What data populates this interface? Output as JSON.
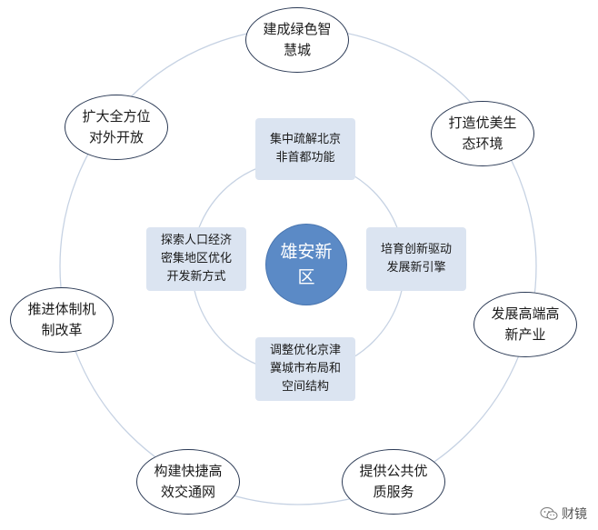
{
  "center": {
    "label": "雄安新区",
    "color": "#5b8ac6"
  },
  "outer_nodes": [
    {
      "label": "建成绿色智慧城"
    },
    {
      "label": "打造优美生态环境"
    },
    {
      "label": "发展高端高新产业"
    },
    {
      "label": "提供公共优质服务"
    },
    {
      "label": "构建快捷高效交通网"
    },
    {
      "label": "推进体制机制改革"
    },
    {
      "label": "扩大全方位对外开放"
    }
  ],
  "inner_boxes": [
    {
      "label": "集中疏解北京非首都功能"
    },
    {
      "label": "培育创新驱动发展新引擎"
    },
    {
      "label": "调整优化京津冀城市布局和空间结构"
    },
    {
      "label": "探索人口经济密集地区优化开发新方式"
    }
  ],
  "watermark": {
    "icon": "wechat-icon",
    "text": "财镜"
  },
  "colors": {
    "ring": "#b9c7dc",
    "inner_fill": "#dbe4f1",
    "node_border": "#2b3a55"
  }
}
